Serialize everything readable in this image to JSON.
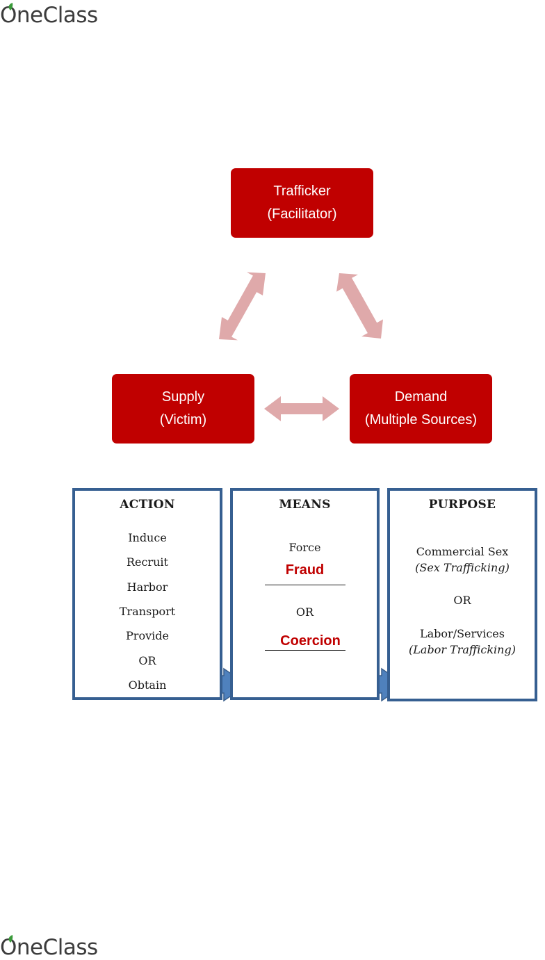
{
  "logo": {
    "text": "OneClass",
    "leaf_color": "#3a9a3a"
  },
  "colors": {
    "red": "#c00000",
    "arrow_pink": "#dfa9aa",
    "blue_border": "#365f91",
    "blue_arrow": "#4f81bd"
  },
  "cycle": {
    "trafficker": {
      "line1": "Trafficker",
      "line2": "(Facilitator)"
    },
    "supply": {
      "line1": "Supply",
      "line2": "(Victim)"
    },
    "demand": {
      "line1": "Demand",
      "line2": "(Multiple Sources)"
    }
  },
  "action": {
    "heading": "ACTION",
    "items": [
      "Induce",
      "Recruit",
      "Harbor",
      "Transport",
      "Provide",
      "OR",
      "Obtain"
    ]
  },
  "means": {
    "heading": "MEANS",
    "force": "Force",
    "fraud": "Fraud",
    "or": "OR",
    "coercion": "Coercion"
  },
  "purpose": {
    "heading": "PURPOSE",
    "commercial": "Commercial Sex",
    "sex_trafficking": "(Sex Trafficking)",
    "or": "OR",
    "labor": "Labor/Services",
    "labor_trafficking": "(Labor Trafficking)"
  }
}
